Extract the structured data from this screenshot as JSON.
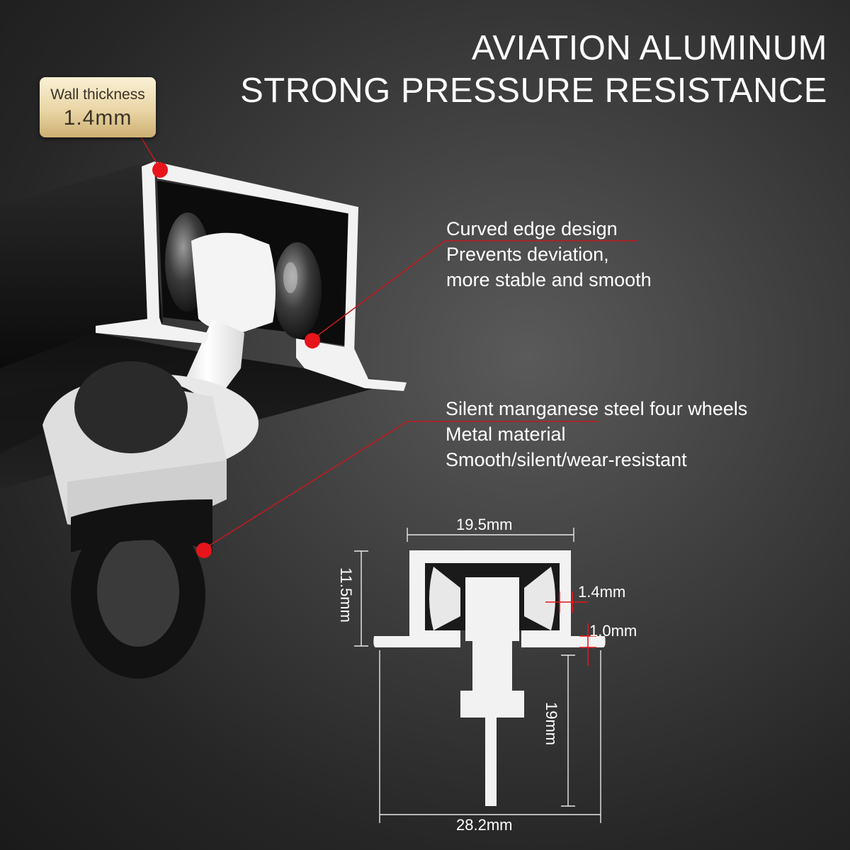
{
  "headline": {
    "line1": "AVIATION ALUMINUM",
    "line2": "STRONG PRESSURE RESISTANCE"
  },
  "badge": {
    "label": "Wall thickness",
    "value": "1.4mm"
  },
  "features": {
    "curved_edge": {
      "line1": "Curved edge design",
      "line2": "Prevents deviation,",
      "line3": "more stable and smooth"
    },
    "wheels": {
      "line1": "Silent manganese steel four wheels",
      "line2": "Metal material",
      "line3": "Smooth/silent/wear-resistant"
    }
  },
  "dimensions": {
    "top_width": "19.5mm",
    "left_height": "11.5mm",
    "wall": "1.4mm",
    "flange": "1.0mm",
    "right_height": "19mm",
    "bottom_width": "28.2mm"
  },
  "colors": {
    "callout_dot": "#e8141b",
    "callout_line": "#c01a1e",
    "badge_gold": "#e9d6a6",
    "track_white": "#f2f2f2"
  },
  "icons": {
    "callout": "red-dot-marker"
  }
}
